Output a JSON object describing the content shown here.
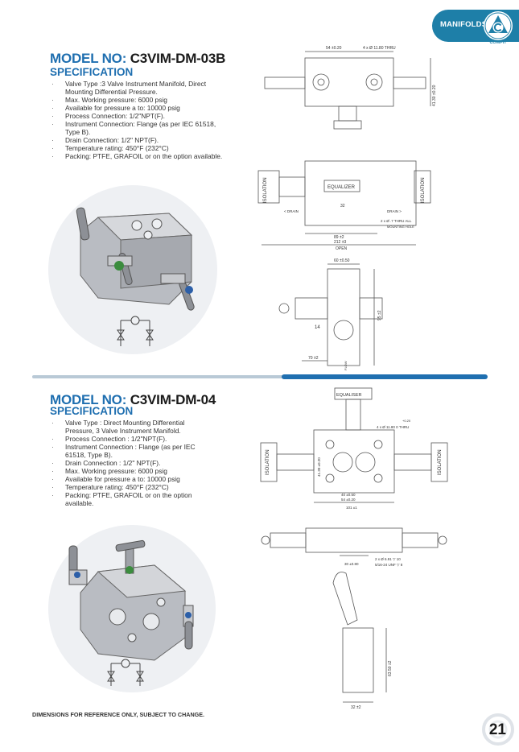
{
  "header": {
    "tab_label": "MANIFOLDS",
    "logo_text": "COMFIT"
  },
  "model1": {
    "title_prefix": "MODEL NO:",
    "title_code": "C3VIM-DM-03B",
    "spec_title": "SPECIFICATION",
    "specs": [
      "Valve Type :3 Valve Instrument Manifold, Direct Mounting Differential Pressure.",
      "Max. Working pressure: 6000 psig",
      "Available for pressure a to: 10000 psig",
      "Process Connection: 1/2\"NPT(F).",
      "Instrument Connection: Flange (as per IEC 61518, Type B).",
      "Drain Connection: 1/2\" NPT(F).",
      "Temperature rating: 450°F (232°C)",
      "Packing: PTFE, GRAFOIL or on the option available."
    ],
    "drawing": {
      "dim_54": "54 ±0.20",
      "dim_holes": "4 x Ø 11.80 THRU",
      "dim_41": "41.30 ±0.20",
      "isolation_left": "ISOLATION",
      "isolation_right": "ISOLATION",
      "equalizer": "EQUALIZER",
      "drain_left": "< DRAIN",
      "drain_right": "DRAIN >",
      "dim_32": "32",
      "thru_all": "2 x Ø .7 THRU ALL",
      "mounting_hole": "MOUNTING HOLE",
      "dim_89": "89 ±2",
      "dim_212": "212 ±3",
      "open": "OPEN",
      "dim_60": "60 ±0.50",
      "dim_95": "95 ±2",
      "dim_14": "14",
      "dim_70": "70 ±2",
      "flow": "FLOW"
    }
  },
  "model2": {
    "title_prefix": "MODEL NO:",
    "title_code": "C3VIM-DM-04",
    "spec_title": "SPECIFICATION",
    "specs": [
      "Valve Type : Direct Mounting Differential Pressure, 3 Valve Instrument Manifold.",
      "Process Connection : 1/2\"NPT(F).",
      "Instrument Connection : Flange (as per IEC 61518, Type B).",
      "Drain Connection : 1/2\" NPT(F).",
      "Max. Working pressure: 6000 psig",
      "Available for pressure a to: 10000 psig",
      "Temperature rating: 450°F (232°C)",
      "Packing: PTFE, GRAFOIL or on the option available."
    ],
    "drawing": {
      "equaliser": "EQUALISER",
      "dim_tol": "+0.20",
      "dim_holes": "4 x Ø 11.80 0 THRU",
      "isolation_left": "ISOLATION",
      "isolation_right": "ISOLATION",
      "dim_41": "41.30 ±0.20",
      "dim_40": "40 ±0.50",
      "dim_54": "54 ±0.20",
      "dim_101": "101 ±1",
      "holes_a": "2 x Ø 6.91 ▽ 10",
      "holes_b": "5/16-24 UNF ▽ 8",
      "dim_30": "30 ±0.80",
      "dim_63": "63.50 ±2",
      "dim_32": "32 ±2"
    }
  },
  "footer": {
    "note": "DIMENSIONS FOR REFERENCE ONLY, SUBJECT TO CHANGE.",
    "page_number": "21"
  }
}
